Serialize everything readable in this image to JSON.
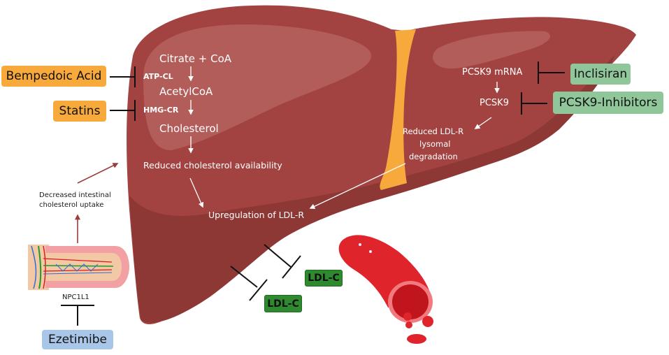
{
  "figure": {
    "organ": "liver",
    "colors": {
      "liver": "#a24341",
      "liver_shadow": "#8e3836",
      "liver_highlight": "#b35d5b",
      "ligament": "#f7a93b",
      "drug_orange": "#f7a93b",
      "drug_green": "#8fc79a",
      "drug_blue": "#a9c6e8",
      "ldl_box": "#2f8a2f",
      "arrow_red": "#9b3b3a",
      "vessel": "#e0242b"
    }
  },
  "pathway_left": {
    "step1": "Citrate + CoA",
    "enzyme1": "ATP-CL",
    "step2": "AcetylCoA",
    "enzyme2": "HMG-CR",
    "step3": "Cholesterol",
    "result": "Reduced cholesterol availability",
    "final": "Upregulation of LDL-R"
  },
  "pathway_right": {
    "step1": "PCSK9 mRNA",
    "step2": "PCSK9",
    "result_line1": "Reduced LDL-R",
    "result_line2": "lysomal",
    "result_line3": "degradation"
  },
  "drugs": {
    "bempedoic": "Bempedoic Acid",
    "statins": "Statins",
    "inclisiran": "Inclisiran",
    "pcsk9i": "PCSK9-Inhibitors",
    "ezetimibe": "Ezetimibe"
  },
  "intestine": {
    "target": "NPC1L1",
    "effect_line1": "Decreased intestinal",
    "effect_line2": "cholesterol uptake"
  },
  "blood": {
    "ldl_label_1": "LDL-C",
    "ldl_label_2": "LDL-C"
  }
}
